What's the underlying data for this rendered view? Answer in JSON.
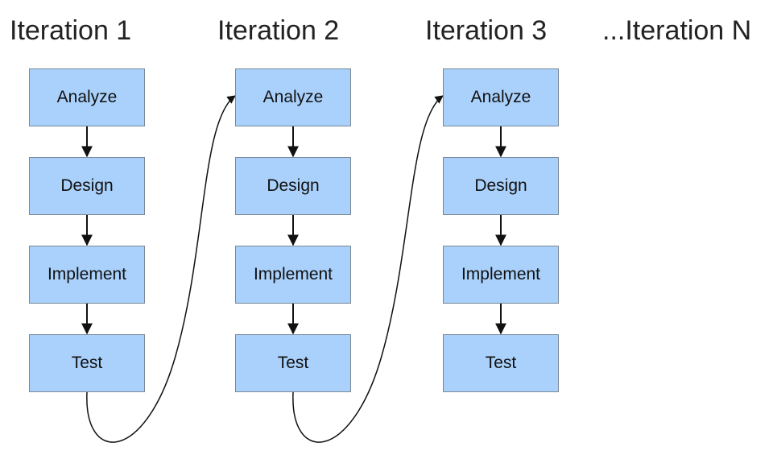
{
  "theme": {
    "node_fill": "#a9d1fb",
    "node_border": "#7a8896",
    "arrow_color": "#111111"
  },
  "headings": [
    "Iteration 1",
    "Iteration 2",
    "Iteration 3",
    "...Iteration N"
  ],
  "iterations": [
    {
      "steps": [
        "Analyze",
        "Design",
        "Implement",
        "Test"
      ]
    },
    {
      "steps": [
        "Analyze",
        "Design",
        "Implement",
        "Test"
      ]
    },
    {
      "steps": [
        "Analyze",
        "Design",
        "Implement",
        "Test"
      ]
    }
  ],
  "transitions": [
    {
      "from_iteration": 0,
      "to_iteration": 1
    },
    {
      "from_iteration": 1,
      "to_iteration": 2
    }
  ]
}
